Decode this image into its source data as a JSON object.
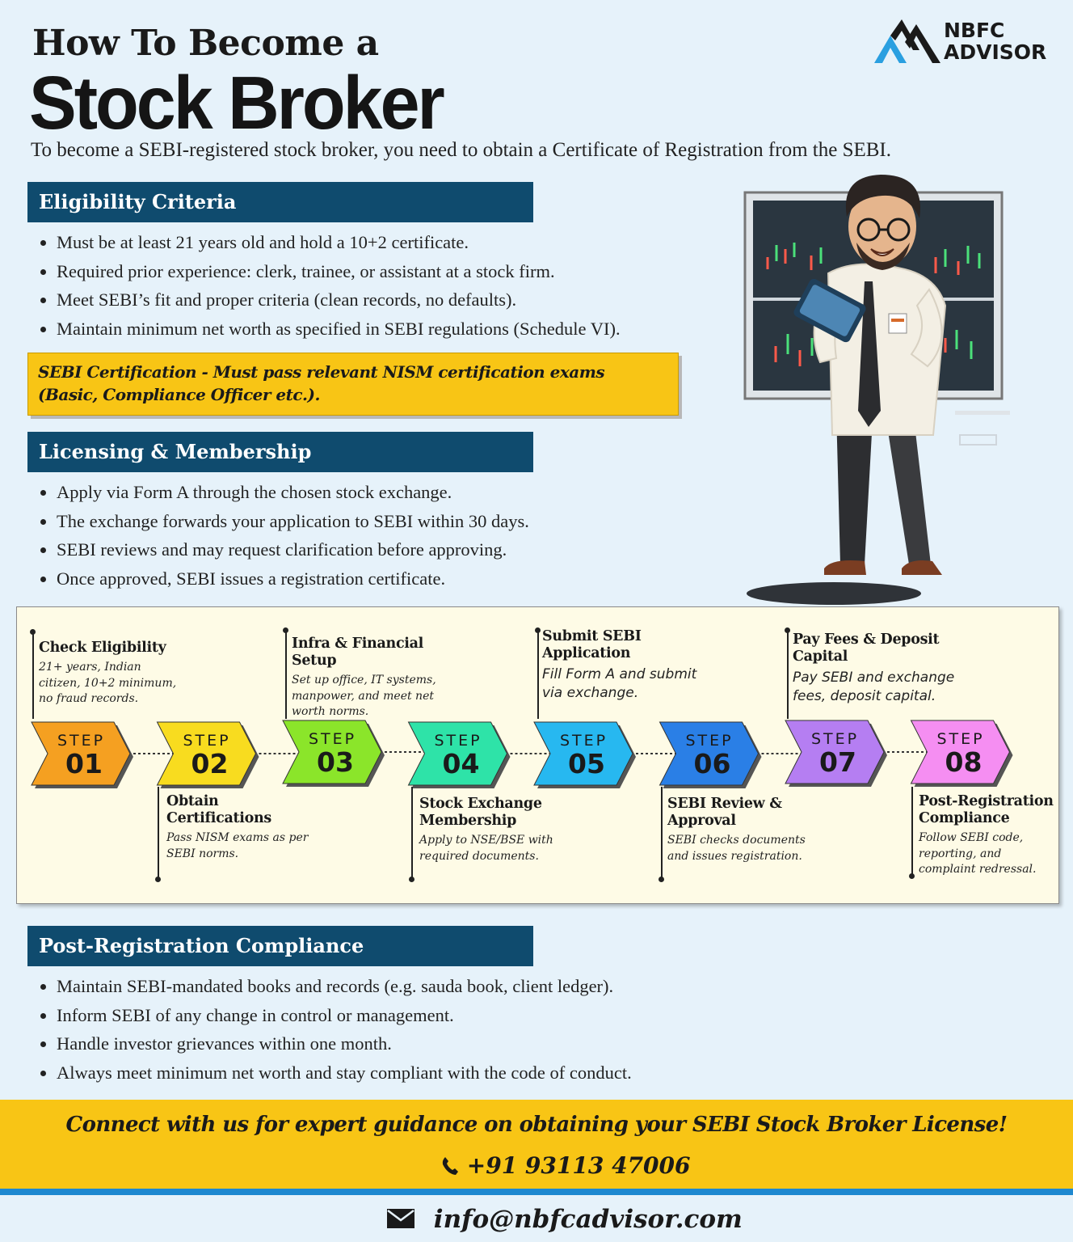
{
  "header": {
    "title_line1": "How To Become a",
    "title_line2": "Stock Broker",
    "intro": "To become a SEBI-registered stock broker, you need to obtain a Certificate of Registration from the SEBI."
  },
  "logo": {
    "line1": "NBFC",
    "line2": "ADVISOR"
  },
  "eligibility": {
    "heading": "Eligibility Criteria",
    "items": [
      "Must be at least 21 years old and hold a 10+2 certificate.",
      "Required prior experience: clerk, trainee, or assistant at a stock firm.",
      "Meet SEBI’s fit and proper criteria (clean records, no defaults).",
      "Maintain minimum net worth as specified in SEBI regulations (Schedule VI)."
    ]
  },
  "certification_note": "SEBI Certification - Must pass relevant NISM certification exams (Basic, Compliance Officer etc.).",
  "licensing": {
    "heading": "Licensing & Membership",
    "items": [
      "Apply via Form A through the chosen stock exchange.",
      "The exchange forwards your application to SEBI within 30 days.",
      "SEBI reviews and may request clarification before approving.",
      "Once approved, SEBI issues a registration certificate."
    ]
  },
  "steps": [
    {
      "label": "STEP",
      "num": "01",
      "title": "Check Eligibility",
      "desc": "21+ years, Indian citizen, 10+2 minimum, no fraud records.",
      "color": "#f5a021"
    },
    {
      "label": "STEP",
      "num": "02",
      "title": "Obtain Certifications",
      "desc": "Pass NISM exams as per SEBI norms.",
      "color": "#f8dc1f"
    },
    {
      "label": "STEP",
      "num": "03",
      "title": "Infra & Financial Setup",
      "desc": "Set up office, IT systems, manpower, and meet net worth norms.",
      "color": "#8be52a"
    },
    {
      "label": "STEP",
      "num": "04",
      "title": "Stock Exchange Membership",
      "desc": "Apply to NSE/BSE with required documents.",
      "color": "#2ee3a8"
    },
    {
      "label": "STEP",
      "num": "05",
      "title": "Submit SEBI Application",
      "desc": "Fill Form A and submit via exchange.",
      "color": "#27b8f0"
    },
    {
      "label": "STEP",
      "num": "06",
      "title": "SEBI Review & Approval",
      "desc": "SEBI checks documents and issues registration.",
      "color": "#2a7fe6"
    },
    {
      "label": "STEP",
      "num": "07",
      "title": "Pay Fees & Deposit Capital",
      "desc": "Pay SEBI and exchange fees, deposit capital.",
      "color": "#b57ef2"
    },
    {
      "label": "STEP",
      "num": "08",
      "title": "Post-Registration Compliance",
      "desc": "Follow SEBI code, reporting, and complaint redressal.",
      "color": "#f58ef2"
    }
  ],
  "compliance": {
    "heading": "Post-Registration Compliance",
    "items": [
      "Maintain SEBI-mandated books and records (e.g. sauda book, client ledger).",
      "Inform SEBI of any change in control or management.",
      "Handle investor grievances within one month.",
      "Always meet minimum net worth and stay compliant with the code of conduct."
    ]
  },
  "footer": {
    "cta": "Connect with us for expert guidance on obtaining your SEBI Stock Broker License!",
    "phone": "+91 93113 47006",
    "email": "info@nbfcadvisor.com"
  },
  "colors": {
    "section_head": "#0f4b6e",
    "highlight": "#f8c515",
    "accent_blue": "#1e88d0",
    "background": "#e6f2fa"
  },
  "icons": [
    "nbfc-advisor-logo-icon",
    "phone-icon",
    "mail-icon"
  ]
}
